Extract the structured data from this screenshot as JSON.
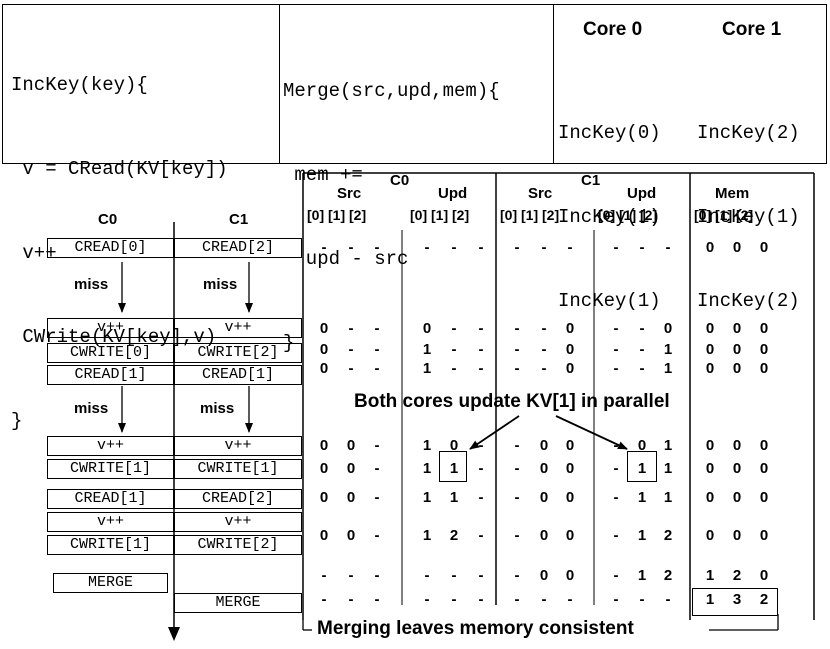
{
  "code": {
    "inckey": [
      "IncKey(key){",
      " v = CRead(KV[key])",
      " v++",
      " CWrite(KV[key],v)",
      "}"
    ],
    "merge": [
      "Merge(src,upd,mem){",
      " mem +=",
      "  upd - src",
      "}"
    ]
  },
  "cores": {
    "core0_header": "Core 0",
    "core1_header": "Core 1",
    "core0_ops": [
      "IncKey(0)",
      "IncKey(1)",
      "IncKey(1)"
    ],
    "core1_ops": [
      "IncKey(2)",
      "IncKey(1)",
      "IncKey(2)"
    ]
  },
  "timeline": {
    "c0_header": "C0",
    "c1_header": "C1",
    "c0_ops": [
      "CREAD[0]",
      "v++",
      "CWRITE[0]",
      "CREAD[1]",
      "v++",
      "CWRITE[1]",
      "CREAD[1]",
      "v++",
      "CWRITE[1]",
      "MERGE"
    ],
    "c1_ops": [
      "CREAD[2]",
      "v++",
      "CWRITE[2]",
      "CREAD[1]",
      "v++",
      "CWRITE[1]",
      "CREAD[2]",
      "v++",
      "CWRITE[2]",
      "MERGE"
    ],
    "miss_label": "miss"
  },
  "table": {
    "group_c0": "C0",
    "group_c1": "C1",
    "col_src": "Src",
    "col_upd": "Upd",
    "col_mem": "Mem",
    "index_labels": "[0] [1] [2]",
    "rows": [
      [
        "-",
        "-",
        "-",
        "-",
        "-",
        "-",
        "-",
        "-",
        "-",
        "-",
        "-",
        "-",
        "0",
        "0",
        "0"
      ],
      [
        "0",
        "-",
        "-",
        "0",
        "-",
        "-",
        "-",
        "-",
        "0",
        "-",
        "-",
        "0",
        "0",
        "0",
        "0"
      ],
      [
        "0",
        "-",
        "-",
        "1",
        "-",
        "-",
        "-",
        "-",
        "0",
        "-",
        "-",
        "1",
        "0",
        "0",
        "0"
      ],
      [
        "0",
        "-",
        "-",
        "1",
        "-",
        "-",
        "-",
        "-",
        "0",
        "-",
        "-",
        "1",
        "0",
        "0",
        "0"
      ],
      [
        "0",
        "0",
        "-",
        "1",
        "0",
        "-",
        "-",
        "0",
        "0",
        "-",
        "0",
        "1",
        "0",
        "0",
        "0"
      ],
      [
        "0",
        "0",
        "-",
        "1",
        "1",
        "-",
        "-",
        "0",
        "0",
        "-",
        "1",
        "1",
        "0",
        "0",
        "0"
      ],
      [
        "0",
        "0",
        "-",
        "1",
        "1",
        "-",
        "-",
        "0",
        "0",
        "-",
        "1",
        "1",
        "0",
        "0",
        "0"
      ],
      [
        "0",
        "0",
        "-",
        "1",
        "2",
        "-",
        "-",
        "0",
        "0",
        "-",
        "1",
        "2",
        "0",
        "0",
        "0"
      ],
      [
        "-",
        "-",
        "-",
        "-",
        "-",
        "-",
        "-",
        "0",
        "0",
        "-",
        "1",
        "2",
        "1",
        "2",
        "0"
      ],
      [
        "-",
        "-",
        "-",
        "-",
        "-",
        "-",
        "-",
        "-",
        "-",
        "-",
        "-",
        "-",
        "1",
        "3",
        "2"
      ]
    ]
  },
  "annotations": {
    "parallel": "Both cores update KV[1] in parallel",
    "consistent": "Merging leaves memory consistent"
  }
}
